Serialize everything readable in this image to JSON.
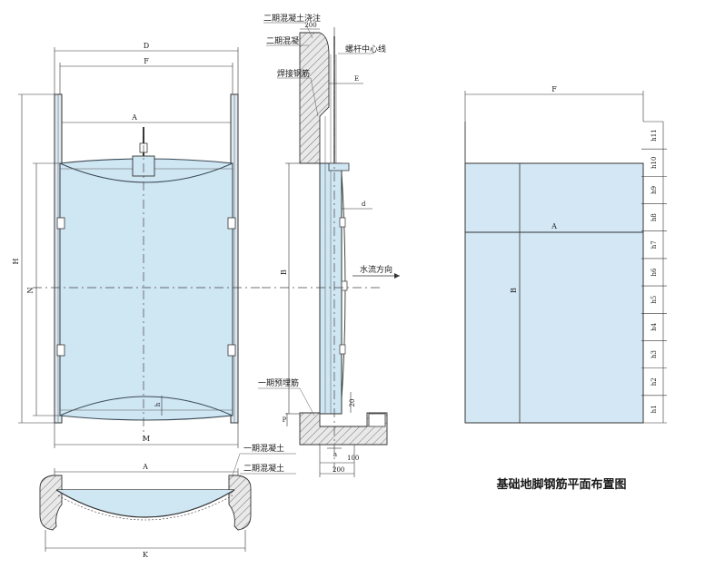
{
  "front_view": {
    "labels": {
      "D": "D",
      "F": "F",
      "A": "A",
      "H": "H",
      "N": "N",
      "M": "M",
      "h": "h"
    }
  },
  "side_view": {
    "annotations": {
      "second_stage_pour": "二期混凝土浇注",
      "second_stage": "二期混凝",
      "screw_center": "螺杆中心线",
      "weld_embed": "焊接钢筋",
      "water_flow": "水流方向",
      "first_stage_embed": "一期预埋筋"
    },
    "dims": {
      "top_200": "200",
      "E": "E",
      "d": "d",
      "B": "B",
      "dim_20": "20",
      "P": "P",
      "a": "a",
      "dim_100": "100",
      "bottom_200": "200"
    }
  },
  "plan_view": {
    "annotations": {
      "first_stage_concrete": "一期混凝土",
      "second_stage_concrete": "二期混凝土"
    },
    "labels": {
      "A": "A",
      "K": "K"
    }
  },
  "rebar_plan": {
    "labels": {
      "F": "F",
      "A": "A",
      "B": "B"
    },
    "levels": [
      "h11",
      "h10",
      "h9",
      "h8",
      "h7",
      "h6",
      "h5",
      "h4",
      "h3",
      "h2",
      "h1"
    ],
    "title": "基础地脚钢筋平面布置图"
  }
}
